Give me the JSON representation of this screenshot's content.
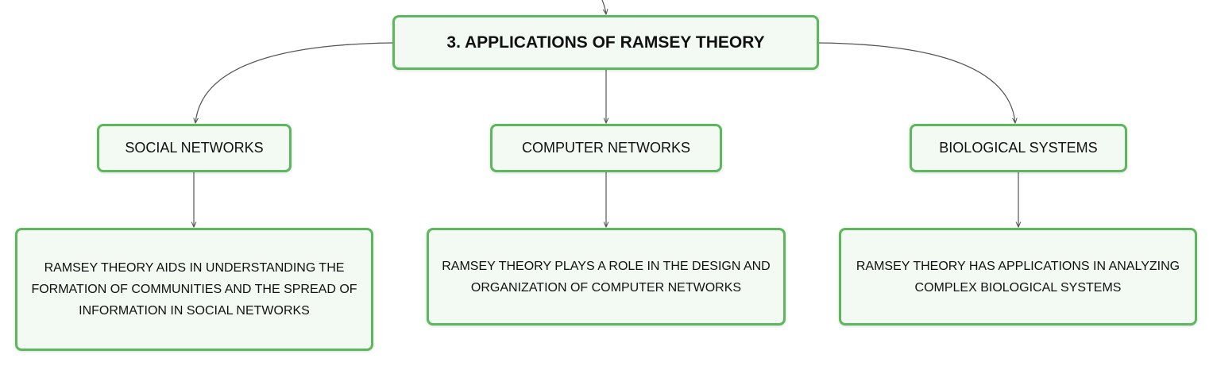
{
  "colors": {
    "node_border": "#5cb85c",
    "node_fill": "#f3faf3",
    "connector": "#555555",
    "text": "#111111"
  },
  "root": {
    "label": "3. APPLICATIONS OF RAMSEY THEORY"
  },
  "branches": [
    {
      "label": "SOCIAL NETWORKS",
      "detail": "RAMSEY THEORY AIDS IN UNDERSTANDING THE FORMATION OF COMMUNITIES AND THE SPREAD OF INFORMATION IN SOCIAL NETWORKS"
    },
    {
      "label": "COMPUTER NETWORKS",
      "detail": "RAMSEY THEORY PLAYS A ROLE IN THE DESIGN AND ORGANIZATION OF COMPUTER NETWORKS"
    },
    {
      "label": "BIOLOGICAL SYSTEMS",
      "detail": "RAMSEY THEORY HAS APPLICATIONS IN ANALYZING COMPLEX BIOLOGICAL SYSTEMS"
    }
  ]
}
